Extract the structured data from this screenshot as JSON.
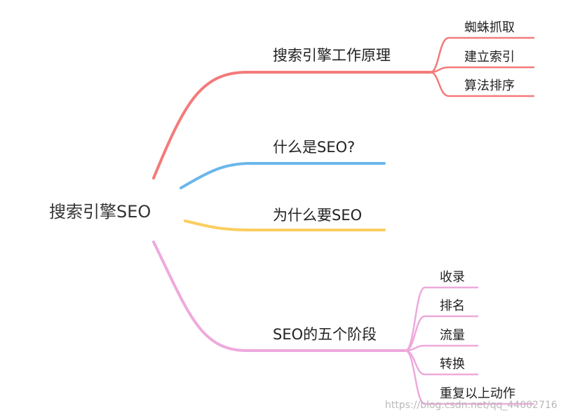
{
  "root": {
    "label": "搜索引擎SEO"
  },
  "branches": [
    {
      "label": "搜索引擎工作原理",
      "color": "#f47a7a",
      "children": [
        "蜘蛛抓取",
        "建立索引",
        "算法排序"
      ]
    },
    {
      "label": "什么是SEO?",
      "color": "#6ab7ea",
      "children": []
    },
    {
      "label": "为什么要SEO",
      "color": "#fbce60",
      "children": []
    },
    {
      "label": "SEO的五个阶段",
      "color": "#eea9dc",
      "children": [
        "收录",
        "排名",
        "流量",
        "转换",
        "重复以上动作"
      ]
    }
  ],
  "watermark": "https://blog.csdn.net/qq_44002716"
}
